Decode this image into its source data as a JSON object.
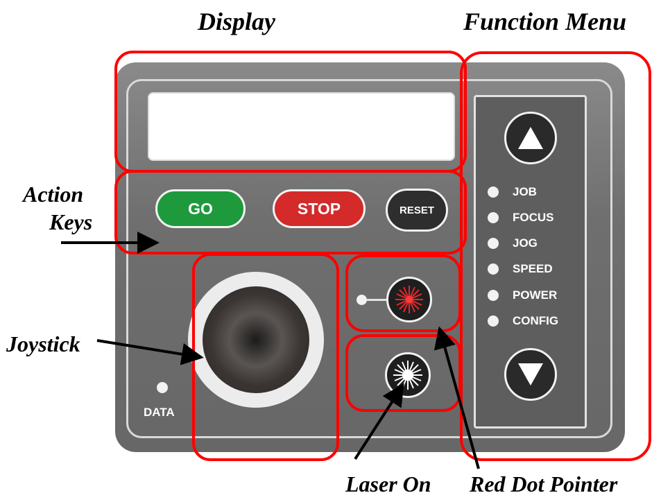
{
  "callouts": {
    "display": "Display",
    "function_menu": "Function Menu",
    "action_keys_line1": "Action",
    "action_keys_line2": "Keys",
    "joystick": "Joystick",
    "laser_on": "Laser On",
    "red_dot_pointer": "Red Dot Pointer"
  },
  "buttons": {
    "go": "GO",
    "stop": "STOP",
    "reset": "RESET"
  },
  "menu_items": [
    "JOB",
    "FOCUS",
    "JOG",
    "SPEED",
    "POWER",
    "CONFIG"
  ],
  "data_label": "DATA",
  "icons": {
    "up": "up-arrow-icon",
    "down": "down-arrow-icon",
    "red_dot": "red-dot-laser-icon",
    "laser": "laser-burst-icon"
  },
  "colors": {
    "panel": "#6f6f6f",
    "go": "#1e9a3c",
    "stop": "#d42a2a",
    "reset": "#2e2e2e",
    "highlight": "#ff0000"
  }
}
